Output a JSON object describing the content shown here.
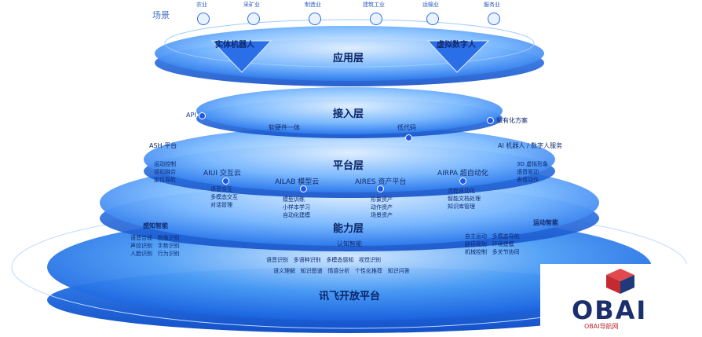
{
  "industries_title": "场景",
  "industries": [
    {
      "label": "农业",
      "icon": "leaf-icon"
    },
    {
      "label": "采矿业",
      "icon": "mountain-icon"
    },
    {
      "label": "制造业",
      "icon": "factory-icon"
    },
    {
      "label": "建筑工业",
      "icon": "building-icon"
    },
    {
      "label": "运输业",
      "icon": "truck-icon"
    },
    {
      "label": "服务业",
      "icon": "service-icon"
    }
  ],
  "layers": {
    "application": "应用层",
    "access": "接入层",
    "platform": "平台层",
    "capability": "能力层",
    "base": "讯飞开放平台"
  },
  "application": {
    "left": "实体机器人",
    "right": "虚拟数字人"
  },
  "access": {
    "api": "API",
    "hw_sw": "软硬件一体",
    "low_code": "低代码",
    "private": "私有化方案"
  },
  "platform": {
    "ash": "ASH 平台",
    "aiui": "AIUI 交互云",
    "ailab": "AILAB 模型云",
    "aires": "AIRES 资产平台",
    "airpa": "AIRPA 超自动化",
    "right_top": "AI 机器人 / 数字人服务",
    "aiui_items": "语音交互\n多模态交互\n对话管理",
    "ailab_items": "模型训练\n小样本学习\n自动化建模",
    "aires_items": "形象资产\n动作资产\n场景资产",
    "airpa_items": "流程自动化\n智能文档处理\n知识库管理",
    "left_items": "运动控制\n感知融合\n定位导航",
    "right_items": "3D 虚拟形象\n语音驱动\n表情动作"
  },
  "capability": {
    "cognitive": "认知智能",
    "left_head": "感知智能",
    "right_head": "运动智能",
    "row1": "语音识别   多语种识别   多模态感知   视觉识别",
    "row2": "语义理解   知识图谱   情感分析   个性化推荐   知识问答",
    "left_list": "语音合成   图像识别\n声纹识别   手势识别\n人脸识别   行为识别",
    "right_list": "自主运动   多模态导航\n路径规划   环境建模\n机械控制   多关节协同"
  },
  "logo": {
    "text": "OBAI",
    "sub": "OBAI导航网"
  }
}
